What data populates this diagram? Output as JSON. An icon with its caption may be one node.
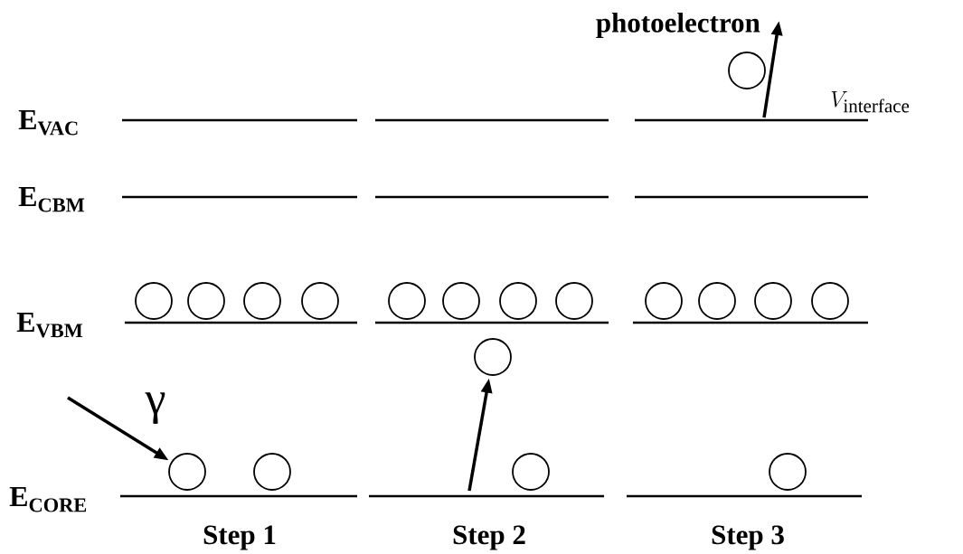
{
  "diagram": {
    "nodes": [
      {
        "text": [
          "photoelectron"
        ]
      },
      {
        "text": [],
        "shape": "circle"
      },
      {
        "text": [],
        "shape": "circle"
      },
      {
        "text": [],
        "shape": "circle"
      },
      {
        "text": [],
        "shape": "circle"
      },
      {
        "text": [],
        "shape": "circle"
      },
      {
        "text": [],
        "shape": "circle"
      },
      {
        "text": [],
        "shape": "circle"
      },
      {
        "text": [],
        "shape": "circle"
      },
      {
        "text": [],
        "shape": "circle"
      },
      {
        "text": [],
        "shape": "circle"
      },
      {
        "text": [],
        "shape": "circle"
      },
      {
        "text": [],
        "shape": "circle"
      },
      {
        "text": [],
        "shape": "circle"
      },
      {
        "text": [],
        "shape": "circle"
      },
      {
        "text": [],
        "shape": "circle"
      },
      {
        "text": [],
        "shape": "circle"
      },
      {
        "text": [],
        "shape": "circle"
      },
      {
        "text": [],
        "shape": "circle"
      }
    ],
    "edges": [
      {
        "from": null,
        "to": 0,
        "arrow": "to"
      },
      {
        "from": null,
        "to": 15,
        "arrow": "to"
      },
      {
        "from": null,
        "to": 14,
        "arrow": "to"
      }
    ],
    "labels": [
      "V_{\\mathrm{interface}}",
      "E$_{VAC}$",
      "E$_{CBM}$",
      "E$_{VBM}$",
      "γ",
      "E$_{CORE}$",
      "Step 1",
      "Step 2",
      "Step 3"
    ]
  }
}
